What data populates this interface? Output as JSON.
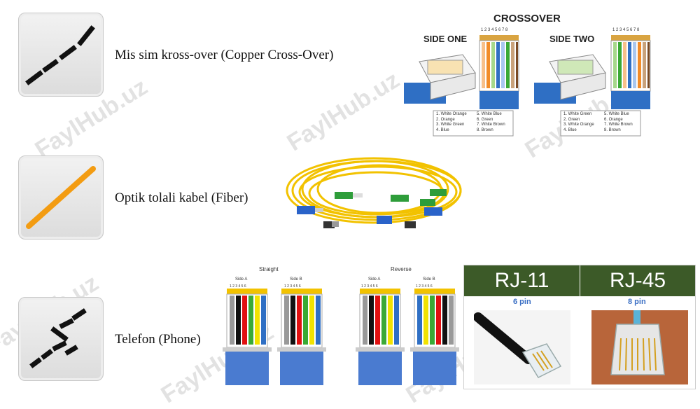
{
  "rows": [
    {
      "label": "Mis sim kross-over (Copper Cross-Over)",
      "icon": "copper-crossover-line-icon",
      "color": "#111111"
    },
    {
      "label": "Optik tolali kabel (Fiber)",
      "icon": "fiber-line-icon",
      "color": "#f39c12"
    },
    {
      "label": "Telefon (Phone)",
      "icon": "phone-line-icon",
      "color": "#111111"
    }
  ],
  "crossover": {
    "title": "CROSSOVER",
    "side_one": "SIDE ONE",
    "side_two": "SIDE TWO",
    "pins": "1 2 3 4 5 6 7 8",
    "legend_one_left": [
      "1. White Orange",
      "2. Orange",
      "3. White Green",
      "4. Blue"
    ],
    "legend_one_right": [
      "5. White Blue",
      "6. Green",
      "7. White Brown",
      "8. Brown"
    ],
    "legend_two_left": [
      "1. White Green",
      "2. Green",
      "3. White Orange",
      "4. Blue"
    ],
    "legend_two_right": [
      "5. White Blue",
      "6. Orange",
      "7. White Brown",
      "8. Brown"
    ]
  },
  "phone_wiring": {
    "straight_title": "Straight",
    "reverse_title": "Reverse",
    "side_a": "Side A",
    "side_b": "Side B",
    "pins": "1 2 3 4 5 6"
  },
  "rj": {
    "left_title": "RJ-11",
    "left_pins": "6 pin",
    "right_title": "RJ-45",
    "right_pins": "8 pin",
    "header_color": "#3c5a28"
  },
  "watermark": "FaylHub.uz"
}
